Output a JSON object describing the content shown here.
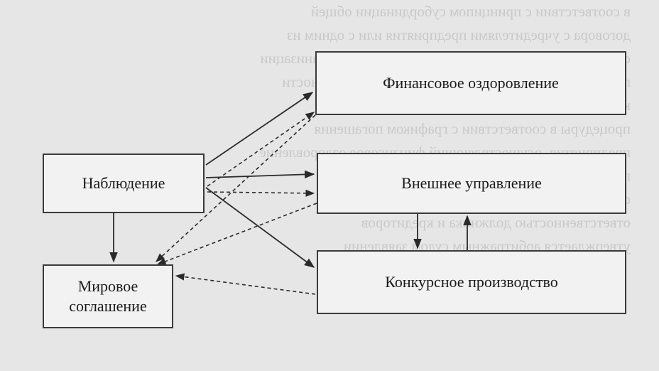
{
  "diagram": {
    "nodes": {
      "finance": "Финансовое оздоровление",
      "external": "Внешнее управление",
      "observation": "Наблюдение",
      "bankruptcy": "Конкурсное производство",
      "settlement_line1": "Мировое",
      "settlement_line2": "соглашение"
    },
    "edges": [
      {
        "from": "observation",
        "to": "finance",
        "style": "solid"
      },
      {
        "from": "observation",
        "to": "finance",
        "style": "dashed"
      },
      {
        "from": "observation",
        "to": "external",
        "style": "solid"
      },
      {
        "from": "observation",
        "to": "external",
        "style": "dashed"
      },
      {
        "from": "observation",
        "to": "bankruptcy",
        "style": "solid"
      },
      {
        "from": "observation",
        "to": "settlement",
        "style": "solid"
      },
      {
        "from": "finance",
        "to": "settlement",
        "style": "dashed"
      },
      {
        "from": "external",
        "to": "settlement",
        "style": "dashed"
      },
      {
        "from": "bankruptcy",
        "to": "settlement",
        "style": "dashed"
      },
      {
        "from": "external",
        "to": "bankruptcy",
        "style": "solid"
      },
      {
        "from": "bankruptcy",
        "to": "external",
        "style": "solid"
      }
    ]
  },
  "bleed_through_text": [
    "в соответствии с принципом субординации общей",
    "договора с учредителями предприятия или с одним из",
    "сторон участников (если таковые имеются) и организации",
    "принятии обязательства по погашению задолженности",
    "кредиторам предприятия должника к концу",
    "процедуры в соответствии с графиком погашения",
    "предприятия, осуществляющий финансовое оздоровление",
    "платежеспособности должника и его активов",
    "соглашение заключается между кредиторами",
    "ответственностью должника и кредиторов",
    "утверждается арбитражным судом заявлении"
  ],
  "colors": {
    "background": "#e6e6e6",
    "box": "#f2f2f2",
    "ink": "#2a2a2a"
  }
}
